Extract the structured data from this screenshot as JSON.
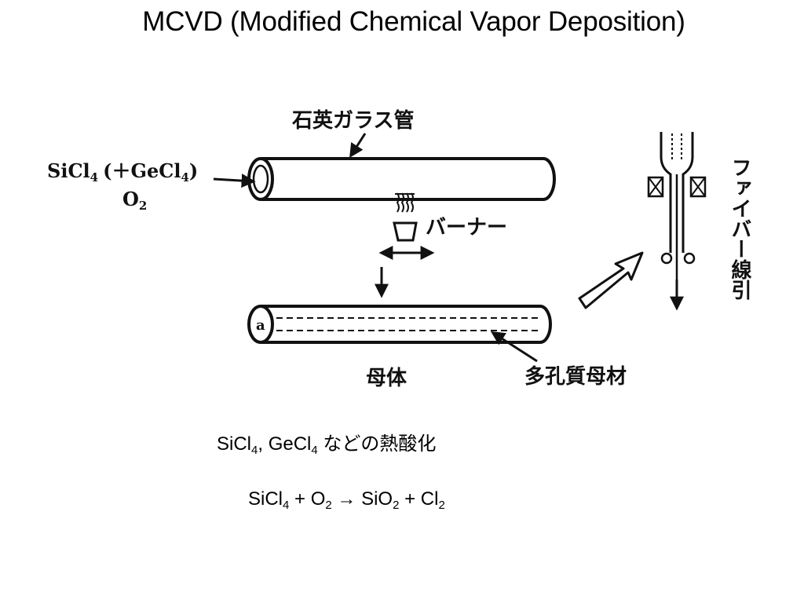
{
  "title": "MCVD (Modified Chemical Vapor Deposition)",
  "diagram": {
    "label_tube": "石英ガラス管",
    "label_burner": "バーナー",
    "label_preform": "母体",
    "label_porous": "多孔質母材",
    "label_drawing": "ファイバー線引",
    "label_circle_a": "a",
    "reactant_sicl": "SiCl",
    "reactant_sicl_sub": "4",
    "reactant_paren_open": "(＋GeCl",
    "reactant_gecl_sub": "4",
    "reactant_paren_close": ")",
    "reactant_o": "O",
    "reactant_o_sub": "2"
  },
  "text": {
    "line1": {
      "a": "SiCl",
      "a_sub": "4",
      "b": ", GeCl",
      "b_sub": "4",
      "c": " などの熱酸化"
    },
    "line2": {
      "a": "SiCl",
      "a_sub": "4",
      "b": " + O",
      "b_sub": "2",
      "c": " → SiO",
      "c_sub": "2",
      "d": " + Cl",
      "d_sub": "2"
    }
  }
}
